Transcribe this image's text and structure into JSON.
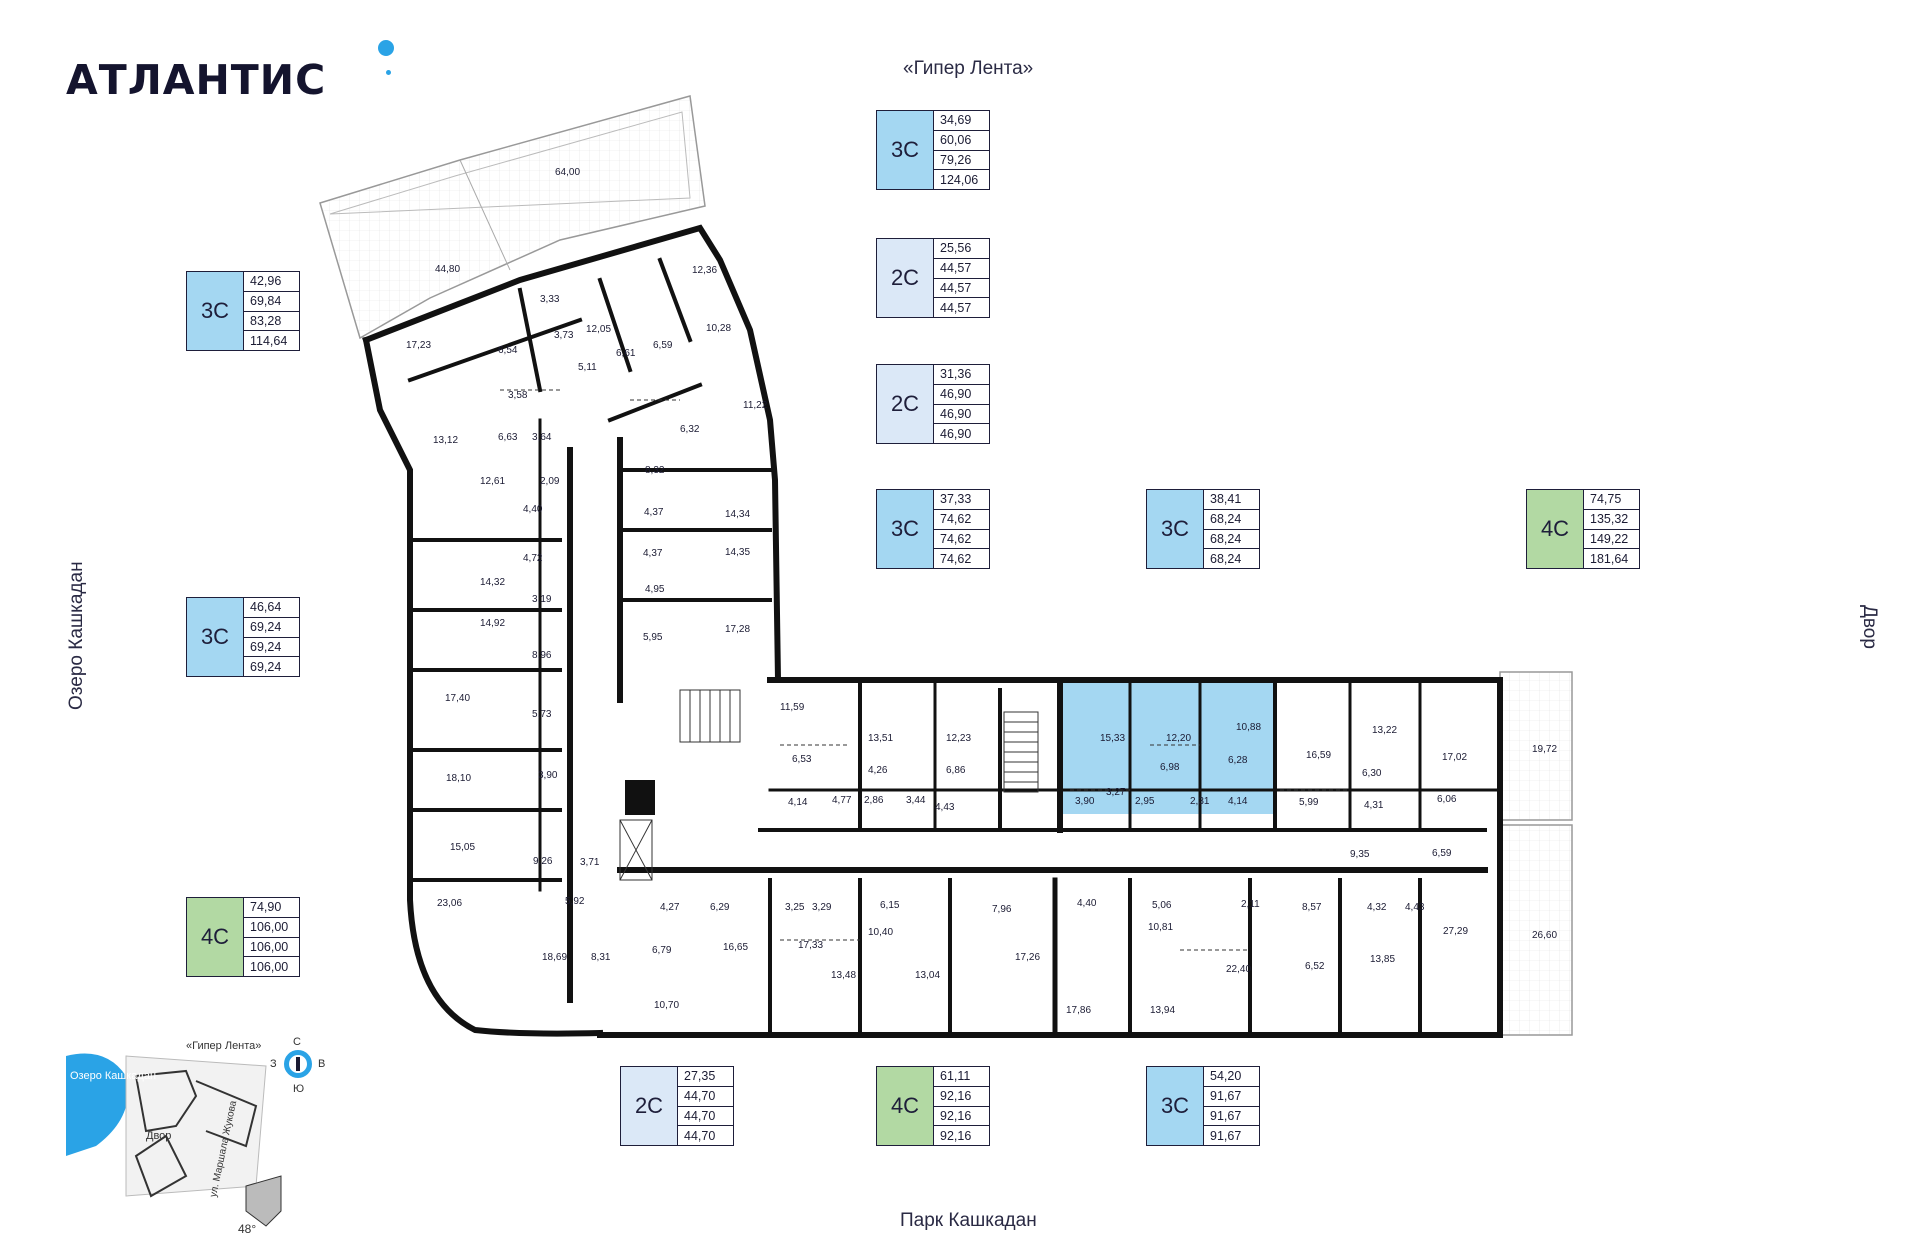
{
  "brand": {
    "name": "АТЛАНТИС",
    "accent": "#2aa3e6"
  },
  "streets": {
    "top": "«Гипер Лента»",
    "bottom": "Парк Кашкадан",
    "left": "Озеро Кашкадан",
    "right": "Двор"
  },
  "colors": {
    "c3": "#a4d7f2",
    "c2": "#dbe8f7",
    "c4": "#b2d9a3",
    "selected": "#a4d7f2",
    "walls": "#111111"
  },
  "badges": [
    {
      "code": "3С",
      "color": "c3",
      "values": [
        "42,96",
        "69,84",
        "83,28",
        "114,64"
      ]
    },
    {
      "code": "3С",
      "color": "c3",
      "values": [
        "46,64",
        "69,24",
        "69,24",
        "69,24"
      ]
    },
    {
      "code": "4С",
      "color": "c4",
      "values": [
        "74,90",
        "106,00",
        "106,00",
        "106,00"
      ]
    },
    {
      "code": "3С",
      "color": "c3",
      "values": [
        "34,69",
        "60,06",
        "79,26",
        "124,06"
      ]
    },
    {
      "code": "2С",
      "color": "c2",
      "values": [
        "25,56",
        "44,57",
        "44,57",
        "44,57"
      ]
    },
    {
      "code": "2С",
      "color": "c2",
      "values": [
        "31,36",
        "46,90",
        "46,90",
        "46,90"
      ]
    },
    {
      "code": "3С",
      "color": "c3",
      "values": [
        "37,33",
        "74,62",
        "74,62",
        "74,62"
      ]
    },
    {
      "code": "3С",
      "color": "c3",
      "values": [
        "38,41",
        "68,24",
        "68,24",
        "68,24"
      ]
    },
    {
      "code": "4С",
      "color": "c4",
      "values": [
        "74,75",
        "135,32",
        "149,22",
        "181,64"
      ]
    },
    {
      "code": "2С",
      "color": "c2",
      "values": [
        "27,35",
        "44,70",
        "44,70",
        "44,70"
      ]
    },
    {
      "code": "4С",
      "color": "c4",
      "values": [
        "61,11",
        "92,16",
        "92,16",
        "92,16"
      ]
    },
    {
      "code": "3С",
      "color": "c3",
      "values": [
        "54,20",
        "91,67",
        "91,67",
        "91,67"
      ]
    }
  ],
  "rooms": [
    "64,00",
    "44,80",
    "12,36",
    "17,23",
    "6,54",
    "3,33",
    "3,73",
    "12,05",
    "6,61",
    "6,59",
    "10,28",
    "5,11",
    "3,58",
    "11,22",
    "13,12",
    "6,63",
    "3,64",
    "6,32",
    "8,32",
    "12,61",
    "2,09",
    "4,40",
    "4,37",
    "14,34",
    "4,37",
    "14,35",
    "4,72",
    "14,32",
    "3,19",
    "4,95",
    "14,92",
    "5,95",
    "17,28",
    "8,96",
    "17,40",
    "5,73",
    "11,59",
    "13,51",
    "12,23",
    "15,33",
    "12,20",
    "10,88",
    "16,59",
    "13,22",
    "17,02",
    "19,72",
    "18,10",
    "3,90",
    "6,53",
    "4,26",
    "6,86",
    "6,98",
    "6,28",
    "6,30",
    "3,27",
    "4,14",
    "4,77",
    "2,86",
    "3,44",
    "4,43",
    "3,90",
    "2,95",
    "2,31",
    "4,14",
    "5,99",
    "4,31",
    "6,06",
    "15,05",
    "9,35",
    "6,59",
    "9,26",
    "3,71",
    "23,06",
    "5,92",
    "4,27",
    "6,29",
    "3,25",
    "3,29",
    "6,15",
    "7,96",
    "4,40",
    "5,06",
    "2,11",
    "8,57",
    "4,32",
    "4,43",
    "10,40",
    "10,81",
    "27,29",
    "26,60",
    "6,79",
    "18,69",
    "8,31",
    "16,65",
    "17,33",
    "17,26",
    "22,40",
    "13,48",
    "13,04",
    "6,52",
    "13,85",
    "10,70",
    "17,86",
    "13,94"
  ],
  "minimap": {
    "lake": "Озеро Кашкадан",
    "top": "«Гипер Лента»",
    "yard": "Двор",
    "street": "ул. Маршала Жукова",
    "angle": "48°",
    "compass": {
      "n": "С",
      "s": "Ю",
      "w": "З",
      "e": "В"
    }
  }
}
